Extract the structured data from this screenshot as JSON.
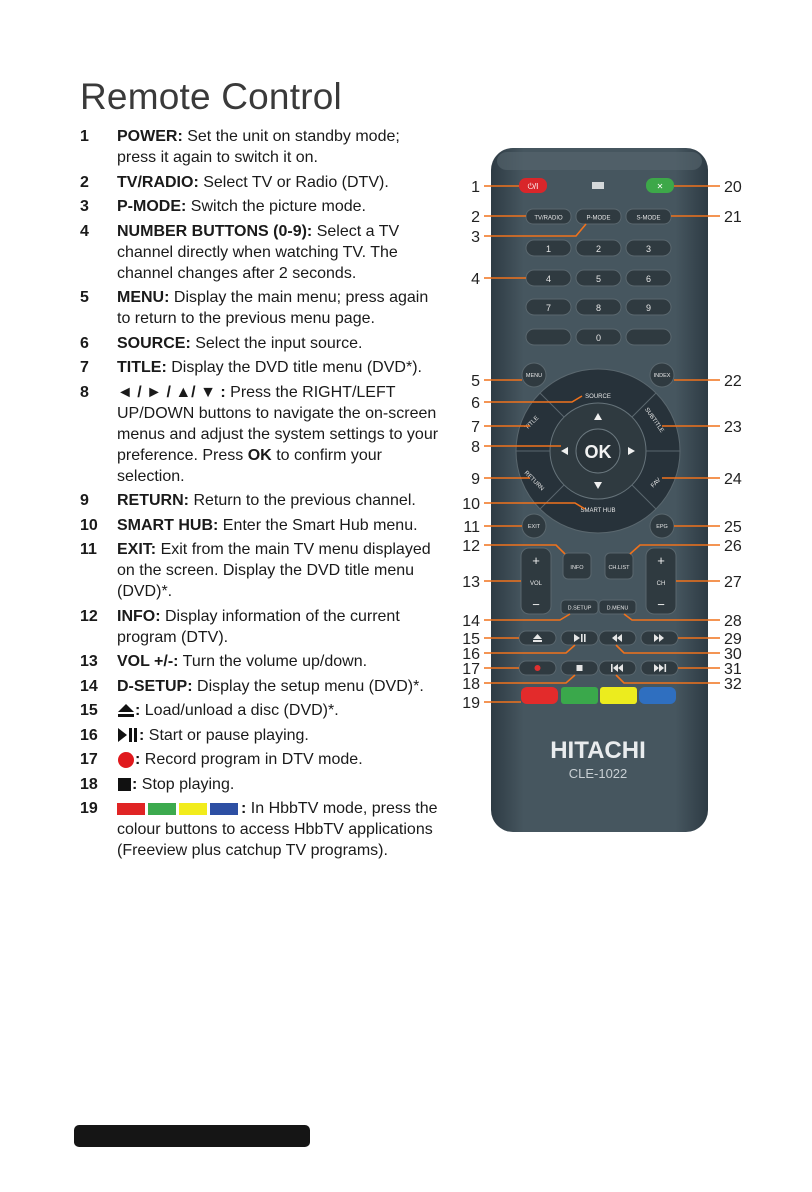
{
  "page": {
    "title": "Remote Control"
  },
  "items": [
    {
      "num": "1",
      "label": "POWER:",
      "desc": "Set the unit on standby mode; press it again to switch it on."
    },
    {
      "num": "2",
      "label": "TV/RADIO:",
      "desc": "Select TV or Radio (DTV)."
    },
    {
      "num": "3",
      "label": "P-MODE:",
      "desc": "Switch the picture mode."
    },
    {
      "num": "4",
      "label": "NUMBER BUTTONS (0-9):",
      "desc": "Select a TV channel directly when watching TV. The channel changes after 2 seconds."
    },
    {
      "num": "5",
      "label": "MENU:",
      "desc": "Display the main menu; press again to return to the previous menu page."
    },
    {
      "num": "6",
      "label": "SOURCE:",
      "desc": "Select the input source."
    },
    {
      "num": "7",
      "label": "TITLE:",
      "desc": "Display the DVD title menu (DVD*)."
    },
    {
      "num": "8",
      "label": "◄ / ► / ▲/ ▼ :",
      "desc": "Press the RIGHT/LEFT UP/DOWN buttons to navigate the on-screen menus and adjust the system settings to your preference. Press",
      "desc_bold": "OK",
      "desc_after": "to confirm your selection."
    },
    {
      "num": "9",
      "label": "RETURN:",
      "desc": "Return to the previous channel."
    },
    {
      "num": "10",
      "label": "SMART HUB:",
      "desc": "Enter the Smart Hub menu."
    },
    {
      "num": "11",
      "label": "EXIT:",
      "desc": "Exit from the main TV menu displayed on the screen. Display the DVD title menu (DVD)*."
    },
    {
      "num": "12",
      "label": "INFO:",
      "desc": "Display information of the current program (DTV)."
    },
    {
      "num": "13",
      "label": "VOL +/-:",
      "desc": "Turn the volume up/down."
    },
    {
      "num": "14",
      "label": "D-SETUP:",
      "desc": "Display the setup menu (DVD)*."
    },
    {
      "num": "15",
      "label": ":",
      "icon": "eject-icon",
      "desc": "Load/unload a disc (DVD)*."
    },
    {
      "num": "16",
      "label": ":",
      "icon": "play-pause-icon",
      "desc": "Start or pause playing."
    },
    {
      "num": "17",
      "label": ":",
      "icon": "record-icon",
      "desc": "Record program in DTV mode."
    },
    {
      "num": "18",
      "label": ":",
      "icon": "stop-icon",
      "desc": "Stop playing."
    },
    {
      "num": "19",
      "label": ":",
      "icon": "colour-buttons-icon",
      "desc": "In HbbTV mode, press the colour buttons to access HbbTV applications (Freeview plus catchup TV programs)."
    }
  ],
  "remote": {
    "brand": "HITACHI",
    "model": "CLE-1022",
    "power_label": "⏻/I",
    "row_modes": [
      "TV/RADIO",
      "P-MODE",
      "S-MODE"
    ],
    "digits": [
      "1",
      "2",
      "3",
      "4",
      "5",
      "6",
      "7",
      "8",
      "9",
      "0"
    ],
    "menu": "MENU",
    "index": "INDEX",
    "source": "SOURCE",
    "title": "TITLE",
    "subtitle": "SUBTITLE",
    "return": "RETURN",
    "fav": "FAV",
    "smarthub": "SMART HUB",
    "ok": "OK",
    "exit": "EXIT",
    "epg": "EPG",
    "info": "INFO",
    "chlist": "CH.LIST",
    "vol": "VOL",
    "ch": "CH",
    "plus": "+",
    "minus": "−",
    "dsetup": "D.SETUP",
    "dmenu": "D.MENU",
    "callouts_left": [
      "1",
      "2",
      "3",
      "4",
      "5",
      "6",
      "7",
      "8",
      "9",
      "10",
      "11",
      "12",
      "13",
      "14",
      "15",
      "16",
      "17",
      "18",
      "19"
    ],
    "callouts_right": [
      "20",
      "21",
      "22",
      "23",
      "24",
      "25",
      "26",
      "27",
      "28",
      "29",
      "30",
      "31",
      "32"
    ],
    "colors": {
      "red": "#e32b2b",
      "green": "#3aa84b",
      "yellow": "#ecec1e",
      "blue": "#2f6fc0",
      "body": "#3e4d57",
      "orange": "#f0721c"
    }
  },
  "swatches": [
    "#e02424",
    "#3caa4e",
    "#f2ec1c",
    "#2d4fa3"
  ]
}
